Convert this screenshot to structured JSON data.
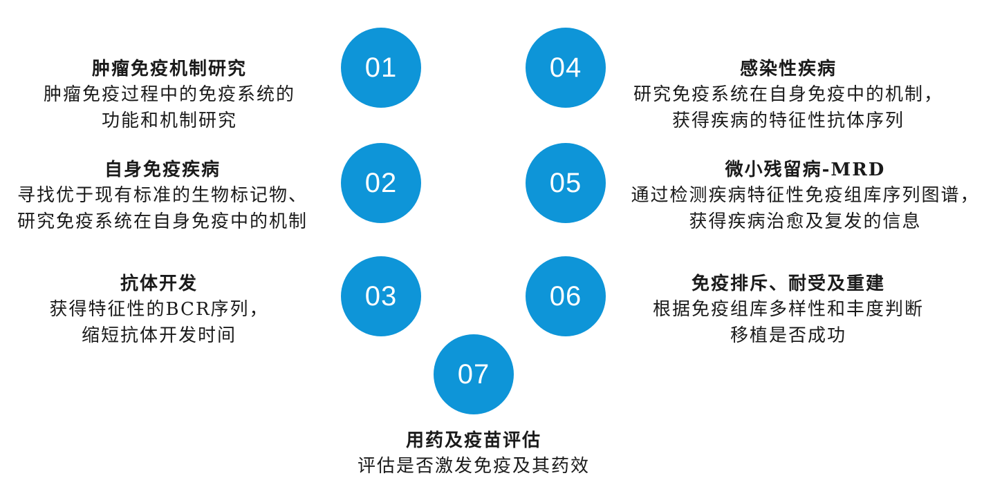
{
  "items": [
    {
      "number": "01",
      "title": "肿瘤免疫机制研究",
      "lines": [
        "肿瘤免疫过程中的免疫系统的",
        "功能和机制研究"
      ]
    },
    {
      "number": "02",
      "title": "自身免疫疾病",
      "lines": [
        "寻找优于现有标准的生物标记物、",
        "研究免疫系统在自身免疫中的机制"
      ]
    },
    {
      "number": "03",
      "title": "抗体开发",
      "lines": [
        "获得特征性的BCR序列，",
        "缩短抗体开发时间"
      ]
    },
    {
      "number": "04",
      "title": "感染性疾病",
      "lines": [
        "研究免疫系统在自身免疫中的机制，",
        "获得疾病的特征性抗体序列"
      ]
    },
    {
      "number": "05",
      "title": "微小残留病-MRD",
      "lines": [
        "通过检测疾病特征性免疫组库序列图谱，",
        "获得疾病治愈及复发的信息"
      ]
    },
    {
      "number": "06",
      "title": "免疫排斥、耐受及重建",
      "lines": [
        "根据免疫组库多样性和丰度判断",
        "移植是否成功"
      ]
    },
    {
      "number": "07",
      "title": "用药及疫苗评估",
      "lines": [
        "评估是否激发免疫及其药效"
      ]
    }
  ],
  "colors": {
    "circle": "#0e95d8",
    "circle_text": "#ffffff",
    "text": "#1a1a1a"
  }
}
